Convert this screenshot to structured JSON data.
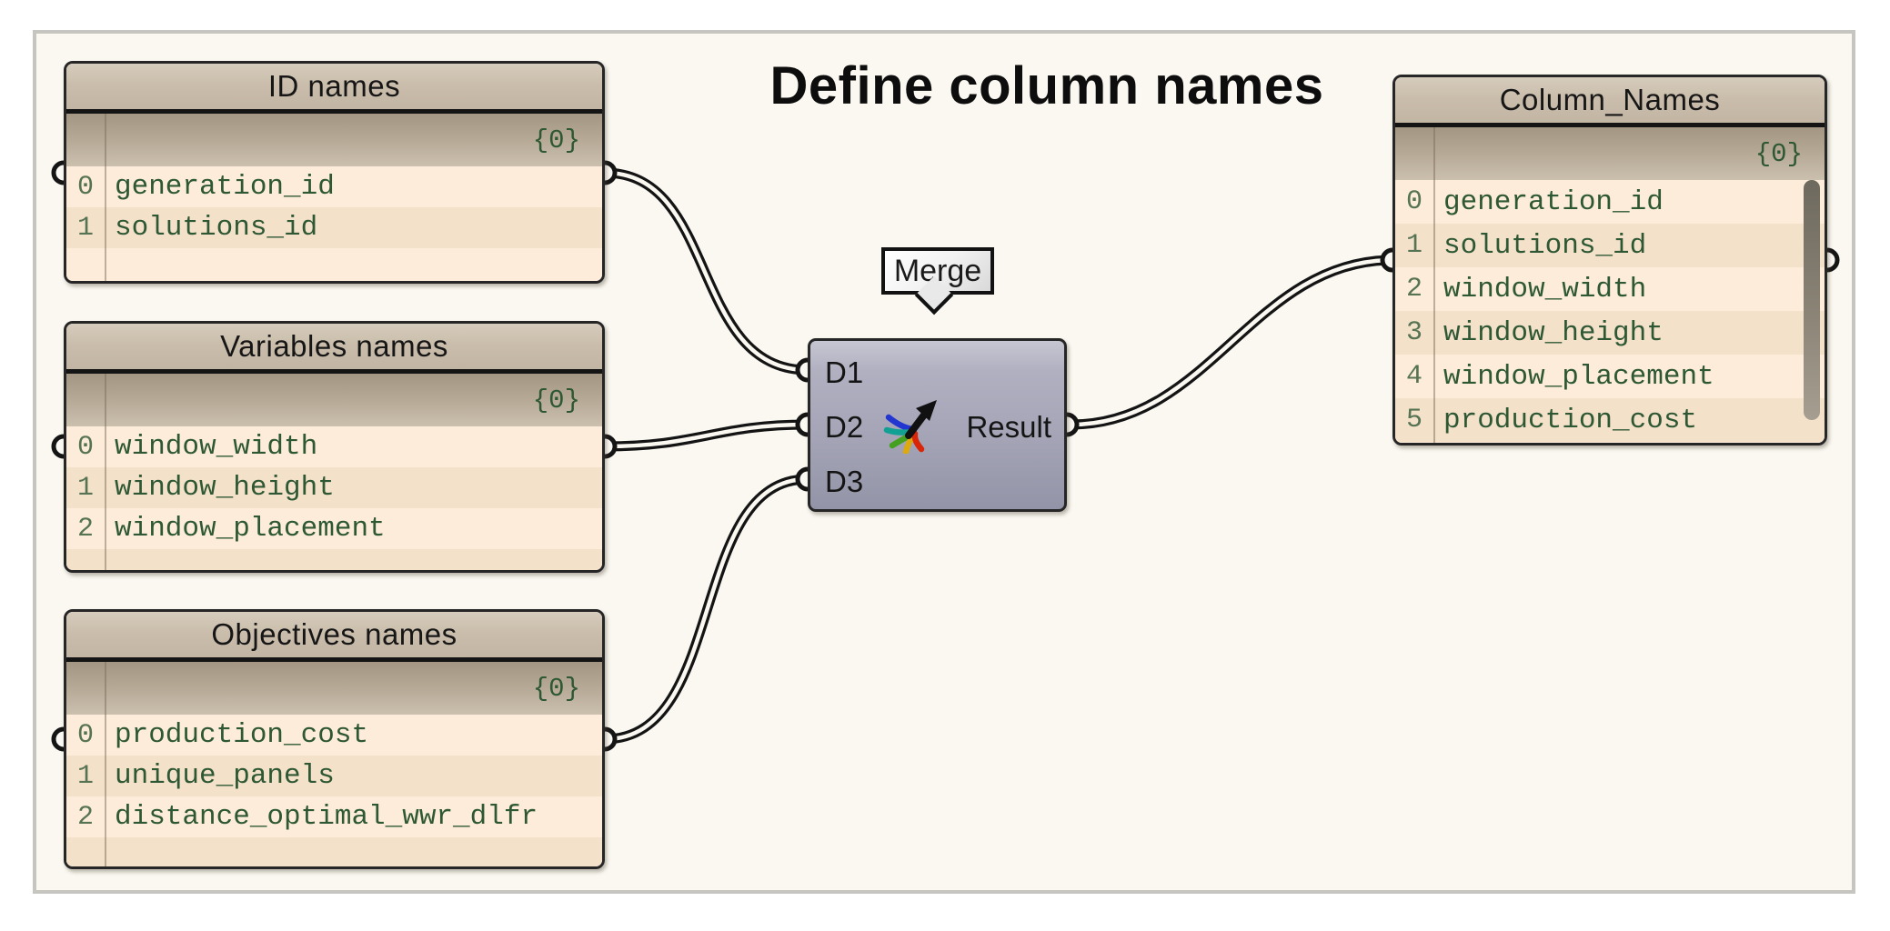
{
  "canvas": {
    "title": "Define column names"
  },
  "panels": [
    {
      "title": "ID names",
      "path": "{0}",
      "items": [
        "generation_id",
        "solutions_id"
      ]
    },
    {
      "title": "Variables names",
      "path": "{0}",
      "items": [
        "window_width",
        "window_height",
        "window_placement"
      ]
    },
    {
      "title": "Objectives names",
      "path": "{0}",
      "items": [
        "production_cost",
        "unique_panels",
        "distance_optimal_wwr_dlfr"
      ]
    },
    {
      "title": "Column_Names",
      "path": "{0}",
      "items": [
        "generation_id",
        "solutions_id",
        "window_width",
        "window_height",
        "window_placement",
        "production_cost"
      ]
    }
  ],
  "merge": {
    "tooltip": "Merge",
    "inputs": [
      "D1",
      "D2",
      "D3"
    ],
    "output": "Result",
    "icon": "merge-arrows-icon"
  },
  "colors": {
    "canvas_bg": "#faf8f1",
    "frame_border": "#c6c5c0",
    "panel_header": "#cabdab",
    "panel_band": "#b4a794",
    "row_light": "#fcecd9",
    "row_dark": "#f4e1ca",
    "text_green": "#2e5834",
    "wire": "#141414",
    "merge_body": "#a5a5b7",
    "scrollbar": "#8a8376"
  }
}
